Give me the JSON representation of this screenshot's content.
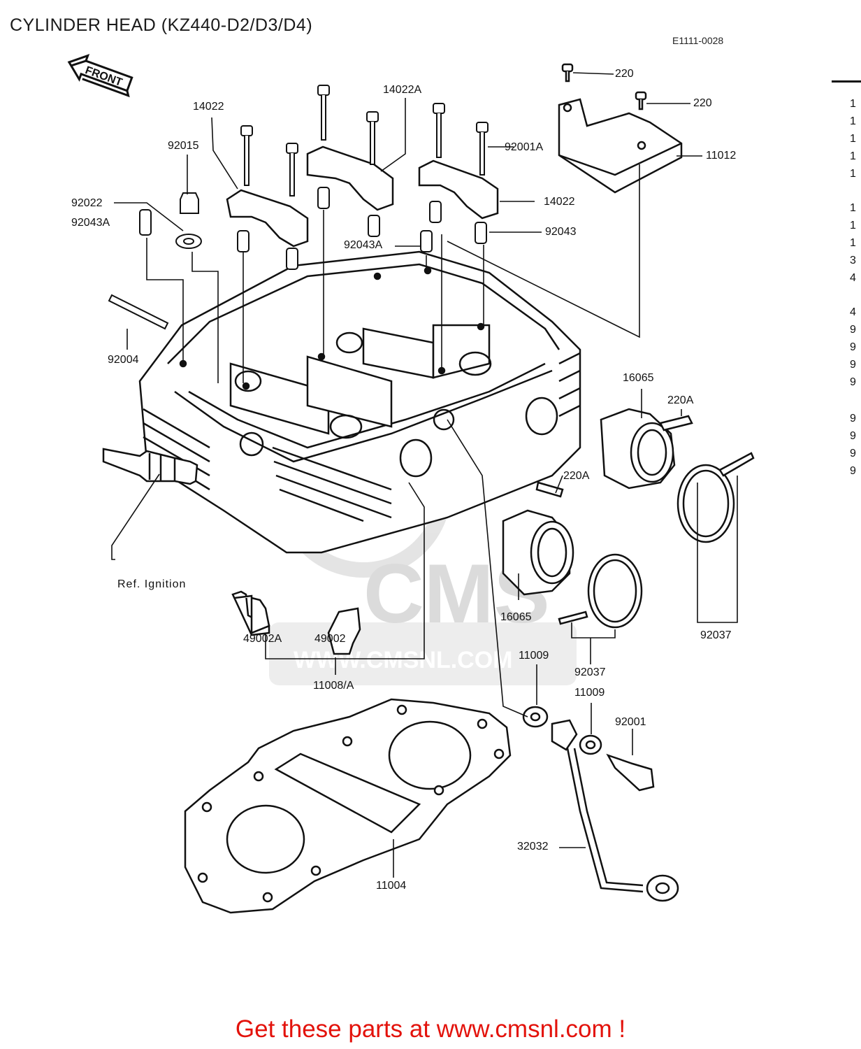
{
  "title": "CYLINDER HEAD (KZ440-D2/D3/D4)",
  "diagram_code": "E1111-0028",
  "front_label": "FRONT",
  "watermark": {
    "brand": "CMS",
    "url": "WWW.CMSNL.COM"
  },
  "footer_text": "Get these parts at www.cmsnl.com !",
  "footer_color": "#e3120b",
  "parts": [
    {
      "id": "p220a",
      "label": "220"
    },
    {
      "id": "p220b",
      "label": "220"
    },
    {
      "id": "p11012",
      "label": "11012"
    },
    {
      "id": "p14022A",
      "label": "14022A"
    },
    {
      "id": "p14022a",
      "label": "14022"
    },
    {
      "id": "p92015",
      "label": "92015"
    },
    {
      "id": "p92001A",
      "label": "92001A"
    },
    {
      "id": "p14022b",
      "label": "14022"
    },
    {
      "id": "p92022",
      "label": "92022"
    },
    {
      "id": "p92043A",
      "label": "92043A"
    },
    {
      "id": "p92043A2",
      "label": "92043A"
    },
    {
      "id": "p92043",
      "label": "92043"
    },
    {
      "id": "p92004",
      "label": "92004"
    },
    {
      "id": "p16065a",
      "label": "16065"
    },
    {
      "id": "p220A",
      "label": "220A"
    },
    {
      "id": "p220A2",
      "label": "220A"
    },
    {
      "id": "pign",
      "label": "Ref. Ignition"
    },
    {
      "id": "p16065b",
      "label": "16065"
    },
    {
      "id": "p49002A",
      "label": "49002A"
    },
    {
      "id": "p49002",
      "label": "49002"
    },
    {
      "id": "p11009a",
      "label": "11009"
    },
    {
      "id": "p92037a",
      "label": "92037"
    },
    {
      "id": "p92037b",
      "label": "92037"
    },
    {
      "id": "p11008",
      "label": "11008/A"
    },
    {
      "id": "p11009b",
      "label": "11009"
    },
    {
      "id": "p92001",
      "label": "92001"
    },
    {
      "id": "p32032",
      "label": "32032"
    },
    {
      "id": "p11004",
      "label": "11004"
    }
  ],
  "right_column": [
    "1",
    "1",
    "1",
    "1",
    "1",
    "1",
    "1",
    "1",
    "3",
    "4",
    "4",
    "9",
    "9",
    "9",
    "9",
    "9",
    "9",
    "9",
    "9"
  ]
}
